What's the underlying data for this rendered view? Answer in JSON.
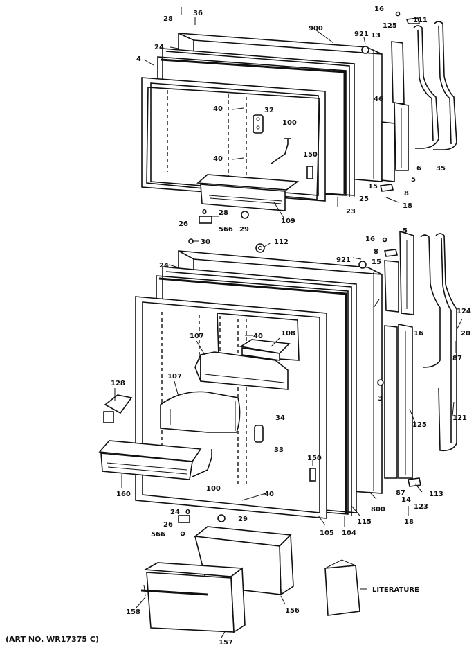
{
  "caption": "(ART NO. WR17375 C)",
  "literature_label": "LITERATURE",
  "callouts": {
    "c28a": "28",
    "c36": "36",
    "c900a": "900",
    "c921a": "921",
    "c16a": "16",
    "c111": "111",
    "c125a": "125",
    "c13": "13",
    "c24a": "24",
    "c4": "4",
    "c40a": "40",
    "c32": "32",
    "c46": "46",
    "c100a": "100",
    "c40b": "40",
    "c150a": "150",
    "c6": "6",
    "c35": "35",
    "c5a": "5",
    "c25": "25",
    "c15a": "15",
    "c8a": "8",
    "c18a": "18",
    "c23": "23",
    "c0a": "0",
    "c28b": "28",
    "c26a": "26",
    "c566a": "566",
    "c29a": "29",
    "c109": "109",
    "c30": "30",
    "c112": "112",
    "c16b": "16",
    "c5b": "5",
    "c8b": "8",
    "c921b": "921",
    "c15b": "15",
    "c24b": "24",
    "c40c": "40",
    "c107a": "107",
    "c108": "108",
    "c16c": "16",
    "c124": "124",
    "c20": "20",
    "c87": "87",
    "c107b": "107",
    "c128": "128",
    "c3": "3",
    "c34": "34",
    "c125b": "125",
    "c121": "121",
    "c33": "33",
    "c150b": "150",
    "c100b": "100",
    "c160": "160",
    "c40d": "40",
    "c14": "14",
    "c113": "113",
    "c87b": "87",
    "c123": "123",
    "c800": "800",
    "c115": "115",
    "c104": "104",
    "c105": "105",
    "c18b": "18",
    "c24c": "24",
    "c0b": "0",
    "c29b": "29",
    "c26b": "26",
    "c566b": "566",
    "c158": "158",
    "c156": "156",
    "c157": "157"
  }
}
